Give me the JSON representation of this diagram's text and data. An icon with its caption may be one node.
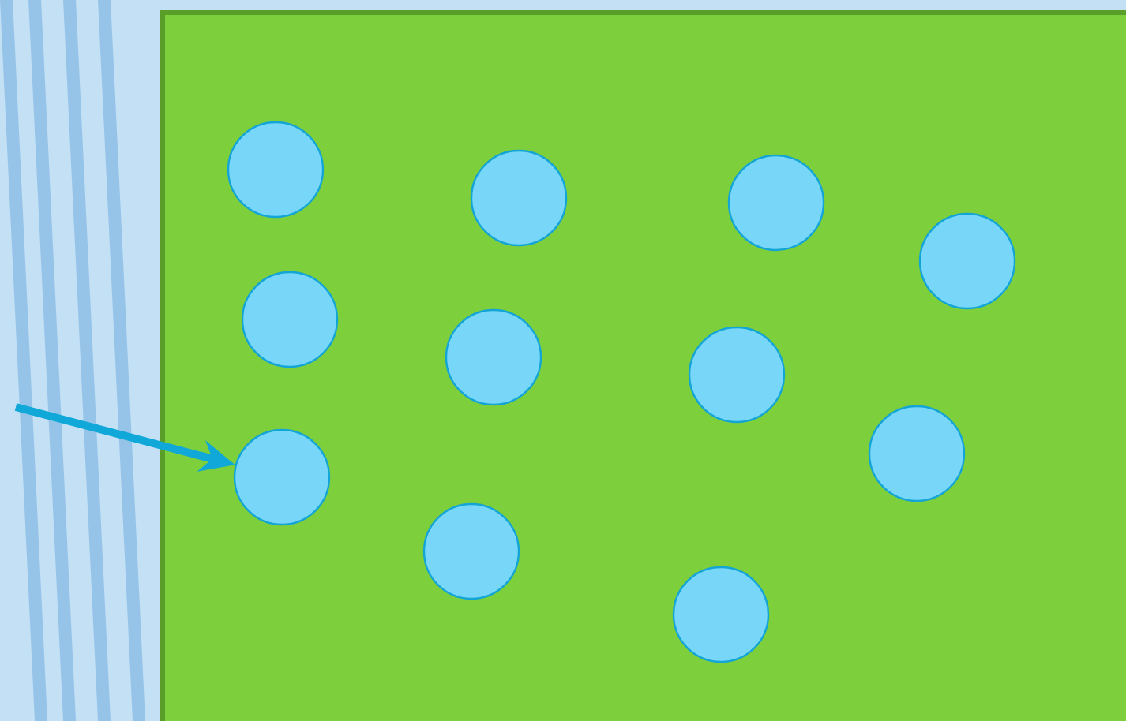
{
  "diagram": {
    "nodes": [
      {
        "text": [],
        "shape": "box"
      },
      {
        "text": [],
        "shape": "circle",
        "in": 0
      },
      {
        "text": [],
        "shape": "circle",
        "in": 0
      },
      {
        "text": [],
        "shape": "circle",
        "in": 0
      },
      {
        "text": [],
        "shape": "circle",
        "in": 0
      },
      {
        "text": [],
        "shape": "circle",
        "in": 0
      },
      {
        "text": [],
        "shape": "circle",
        "in": 0
      },
      {
        "text": [],
        "shape": "circle",
        "in": 0
      },
      {
        "text": [],
        "shape": "circle",
        "in": 0
      },
      {
        "text": [],
        "shape": "circle",
        "in": 0
      },
      {
        "text": [],
        "shape": "circle",
        "in": 0
      },
      {
        "text": [],
        "shape": "circle",
        "in": 0
      }
    ],
    "edges": [
      {
        "from": null,
        "to": 2,
        "arrow": "to"
      }
    ]
  }
}
